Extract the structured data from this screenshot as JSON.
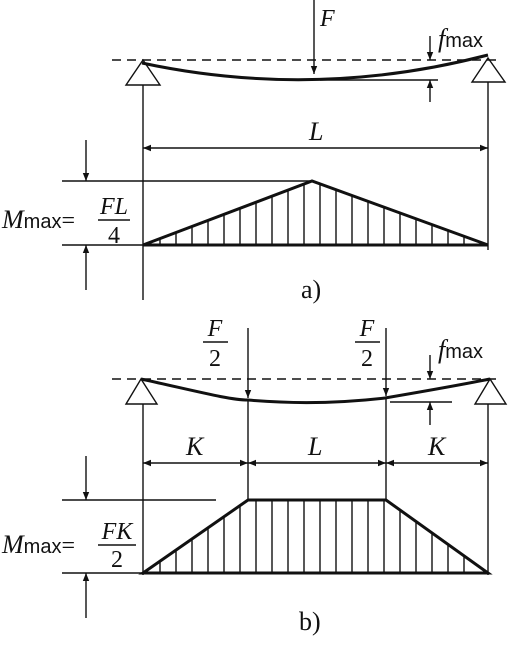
{
  "diagram_a": {
    "caption": "a)",
    "load_label": "F",
    "deflection_label": {
      "main": "f",
      "sub": "max"
    },
    "span_label": "L",
    "moment_label": {
      "main": "M",
      "sub": "max",
      "eq": "=",
      "num": "FL",
      "den": "4"
    }
  },
  "diagram_b": {
    "caption": "b)",
    "load_left": {
      "num": "F",
      "den": "2"
    },
    "load_right": {
      "num": "F",
      "den": "2"
    },
    "deflection_label": {
      "main": "f",
      "sub": "max"
    },
    "span_left": "K",
    "span_mid": "L",
    "span_right": "K",
    "moment_label": {
      "main": "M",
      "sub": "max",
      "eq": "=",
      "num": "FK",
      "den": "2"
    }
  }
}
